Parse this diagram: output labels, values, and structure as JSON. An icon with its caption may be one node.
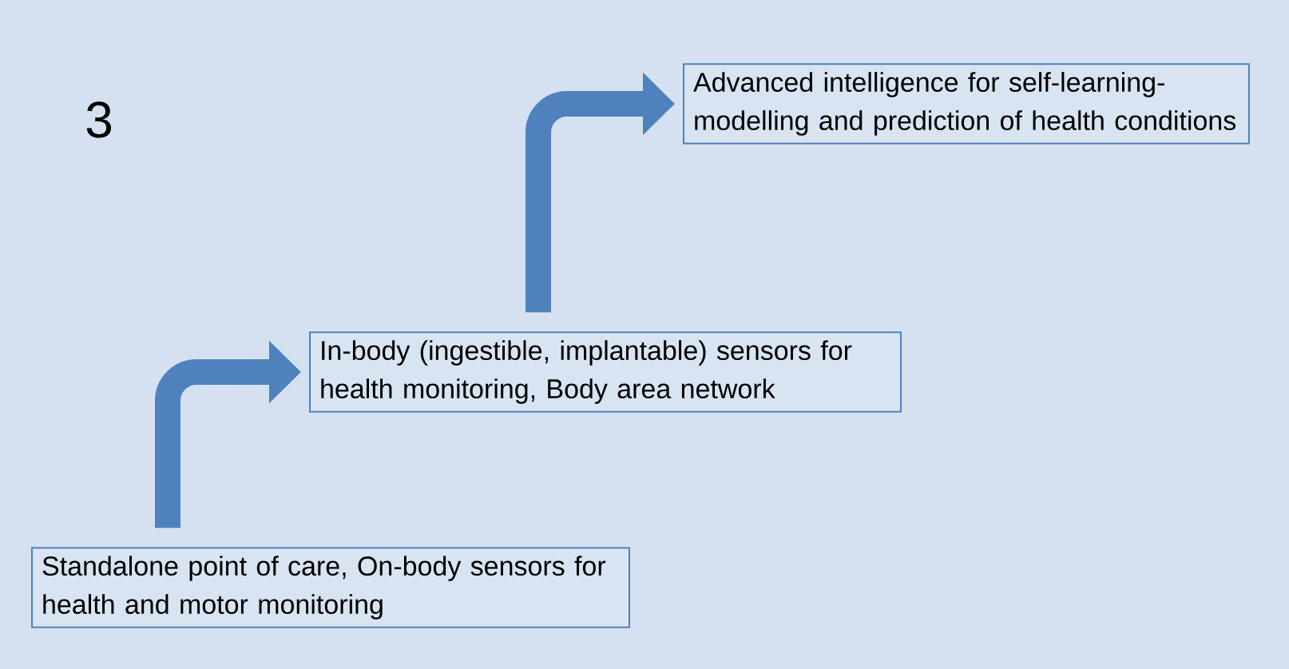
{
  "diagram": {
    "nodes": [
      {
        "text": [
          "Standalone point of care, On-body sensors for health and motor monitoring"
        ]
      },
      {
        "text": [
          "In-body (ingestible, implantable) sensors for health monitoring, Body area network"
        ]
      },
      {
        "text": [
          "Advanced intelligence for self-learning-modelling and prediction of health conditions"
        ]
      }
    ],
    "edges": [
      {
        "from": 0,
        "to": 1,
        "arrow": "to"
      },
      {
        "from": 1,
        "to": 2,
        "arrow": "to"
      }
    ],
    "labels": [
      "3"
    ]
  }
}
